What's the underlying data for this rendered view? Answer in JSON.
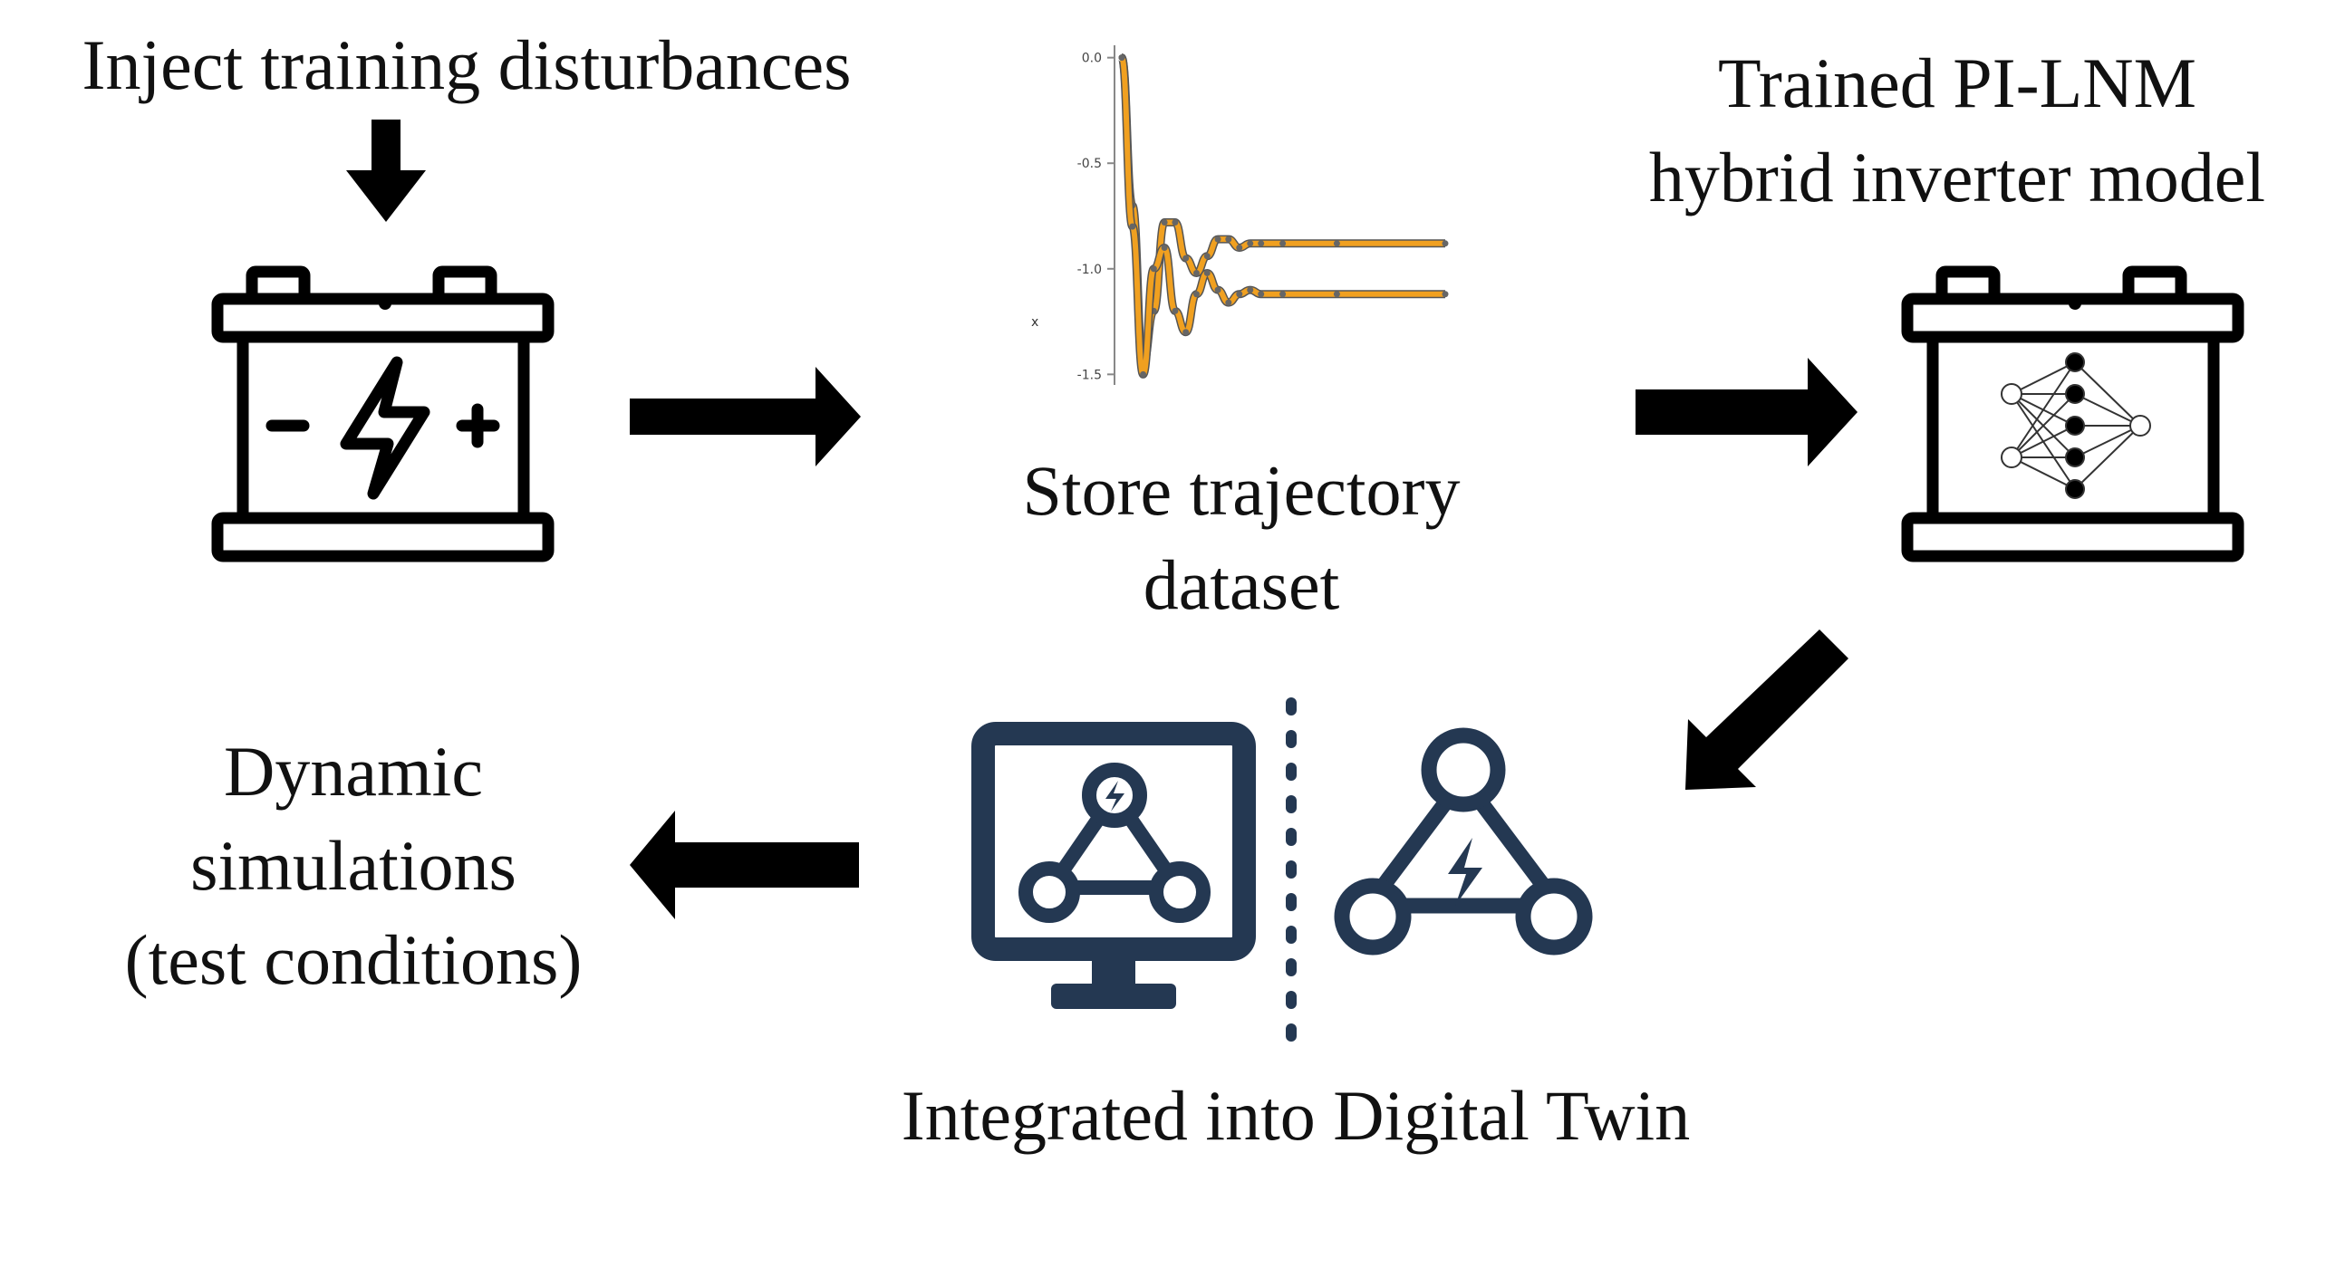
{
  "labels": {
    "inject": "Inject  training disturbances",
    "store": [
      "Store trajectory",
      "dataset"
    ],
    "trained": [
      "Trained PI-LNM",
      "hybrid inverter model"
    ],
    "twin": "Integrated into Digital Twin",
    "dynamic": [
      "Dynamic",
      "simulations",
      "(test conditions)"
    ]
  },
  "chart_data": {
    "type": "line",
    "title": "",
    "xlabel": "",
    "ylabel": "x",
    "yticks": [
      "0.0",
      "-0.5",
      "-1.0",
      "-1.5"
    ],
    "ylim": [
      -1.55,
      0.05
    ],
    "series": [
      {
        "x": [
          0,
          2,
          4,
          6,
          8,
          10,
          12,
          14,
          16,
          18,
          20,
          24,
          28,
          32,
          40,
          60,
          100
        ],
        "values": [
          0.0,
          -0.7,
          -1.45,
          -1.2,
          -0.78,
          -0.78,
          -0.95,
          -1.02,
          -0.94,
          -0.86,
          -0.86,
          -0.9,
          -0.88,
          -0.88,
          -0.88,
          -0.88,
          -0.88
        ]
      },
      {
        "x": [
          0,
          2,
          4,
          6,
          8,
          10,
          12,
          14,
          16,
          18,
          20,
          24,
          28,
          32,
          40,
          60,
          100
        ],
        "values": [
          0.0,
          -0.8,
          -1.5,
          -1.0,
          -0.9,
          -1.2,
          -1.3,
          -1.12,
          -1.02,
          -1.1,
          -1.16,
          -1.12,
          -1.1,
          -1.12,
          -1.12,
          -1.12,
          -1.12
        ]
      }
    ]
  },
  "colors": {
    "ink": "#000000",
    "twin_navy": "#243852",
    "curve": "#f0a020",
    "curve_edge": "#555555"
  },
  "icons": {
    "battery_left": "battery-icon",
    "battery_right": "neural-battery-icon",
    "monitor": "monitor-network-icon",
    "network": "power-network-icon"
  }
}
